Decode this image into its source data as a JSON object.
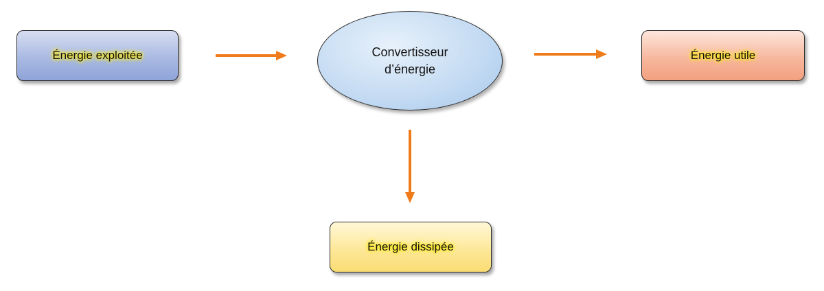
{
  "nodes": {
    "exploited_energy": "Énergie exploitée",
    "converter_line1": "Convertisseur",
    "converter_line2": "d’énergie",
    "useful_energy": "Énergie utile",
    "dissipated_energy": "Énergie dissipée"
  },
  "colors": {
    "arrow": "#f07b1b",
    "label_glow": "#ffe800",
    "exploited_fill": "#a9b9e2",
    "converter_fill": "#c6dcf3",
    "useful_fill": "#f7b89e",
    "dissipated_fill": "#fde89a"
  }
}
